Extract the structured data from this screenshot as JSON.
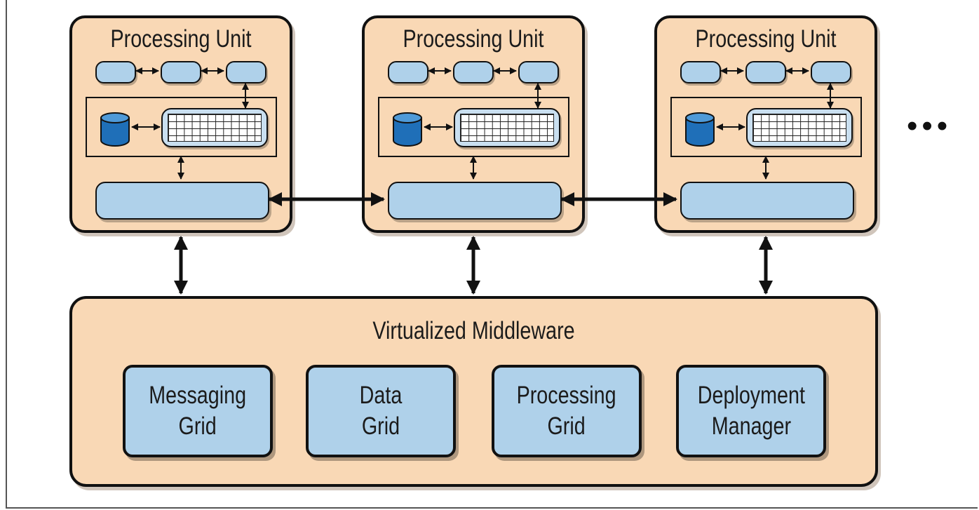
{
  "processing_units": [
    {
      "title": "Processing Unit"
    },
    {
      "title": "Processing Unit"
    },
    {
      "title": "Processing Unit"
    }
  ],
  "middleware": {
    "title": "Virtualized Middleware",
    "components": [
      {
        "label": "Messaging\nGrid"
      },
      {
        "label": "Data\nGrid"
      },
      {
        "label": "Processing\nGrid"
      },
      {
        "label": "Deployment\nManager"
      }
    ]
  },
  "ellipsis": "•••",
  "colors": {
    "unit_fill": "#f9d8b5",
    "component_fill": "#afd1ea",
    "database_fill": "#1f6fb8",
    "outline": "#111111"
  }
}
